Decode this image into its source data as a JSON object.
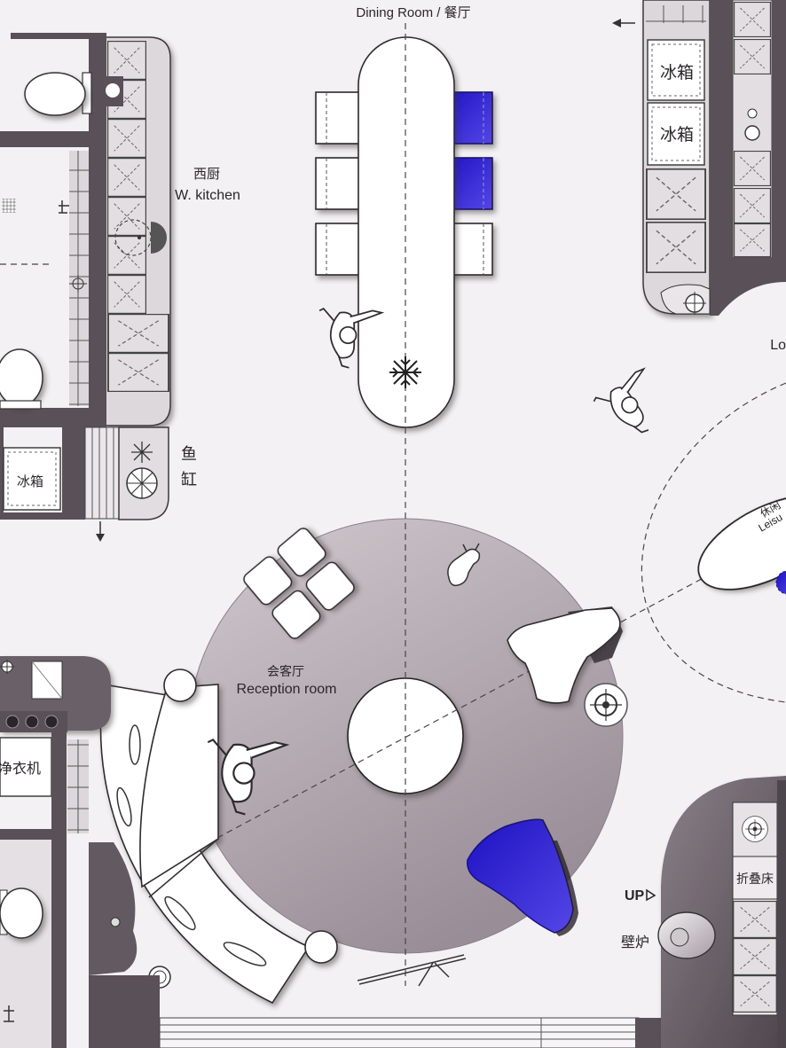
{
  "plan": {
    "dining_room_label": "Dining Room / 餐厅",
    "west_kitchen": {
      "cn": "西厨",
      "en": "W. kitchen"
    },
    "fridges": {
      "top_right_1": "冰箱",
      "top_right_2": "冰箱",
      "left": "冰箱"
    },
    "lounge_label_partial": "Lo",
    "fish_tank": [
      "鱼",
      "缸"
    ],
    "leisure": {
      "cn": "休闲",
      "en": "Leisu"
    },
    "reception": {
      "cn": "会客厅",
      "en": "Reception room"
    },
    "laundry_label": "净衣机",
    "folding_bed": "折叠床",
    "stairs_up": "UP",
    "fireplace": "壁炉"
  },
  "colors": {
    "background": "#f3f1f3",
    "walls": "#5a5058",
    "reception_floor": "#b3a8b0",
    "accent_chairs": "#2b1fcf"
  }
}
